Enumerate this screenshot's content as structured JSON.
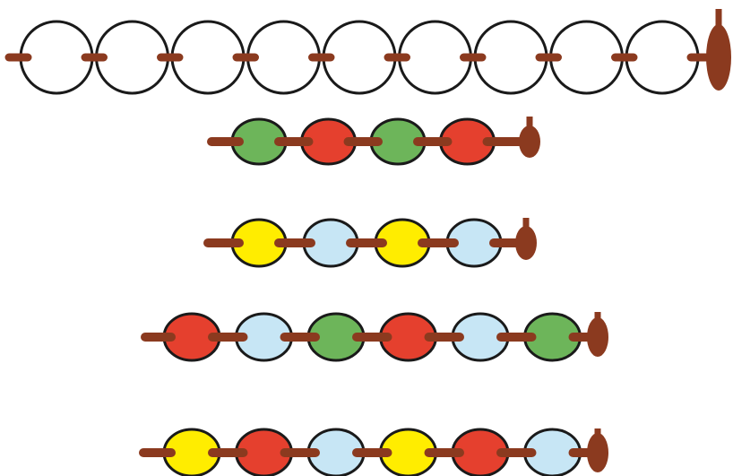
{
  "colors": {
    "stroke": "#1a1a1a",
    "string": "#8b3a1f",
    "empty": "#ffffff",
    "green": "#6db55a",
    "red": "#e5402e",
    "yellow": "#ffed00",
    "blue": "#c7e6f5"
  },
  "rows": [
    {
      "name": "pattern-template",
      "beads": [
        "empty",
        "empty",
        "empty",
        "empty",
        "empty",
        "empty",
        "empty",
        "empty",
        "empty"
      ]
    },
    {
      "name": "pattern-green-red",
      "beads": [
        "green",
        "red",
        "green",
        "red"
      ]
    },
    {
      "name": "pattern-yellow-blue",
      "beads": [
        "yellow",
        "blue",
        "yellow",
        "blue"
      ]
    },
    {
      "name": "pattern-red-blue-green",
      "beads": [
        "red",
        "blue",
        "green",
        "red",
        "blue",
        "green"
      ]
    },
    {
      "name": "pattern-yellow-red-blue",
      "beads": [
        "yellow",
        "red",
        "blue",
        "yellow",
        "red",
        "blue"
      ]
    }
  ]
}
